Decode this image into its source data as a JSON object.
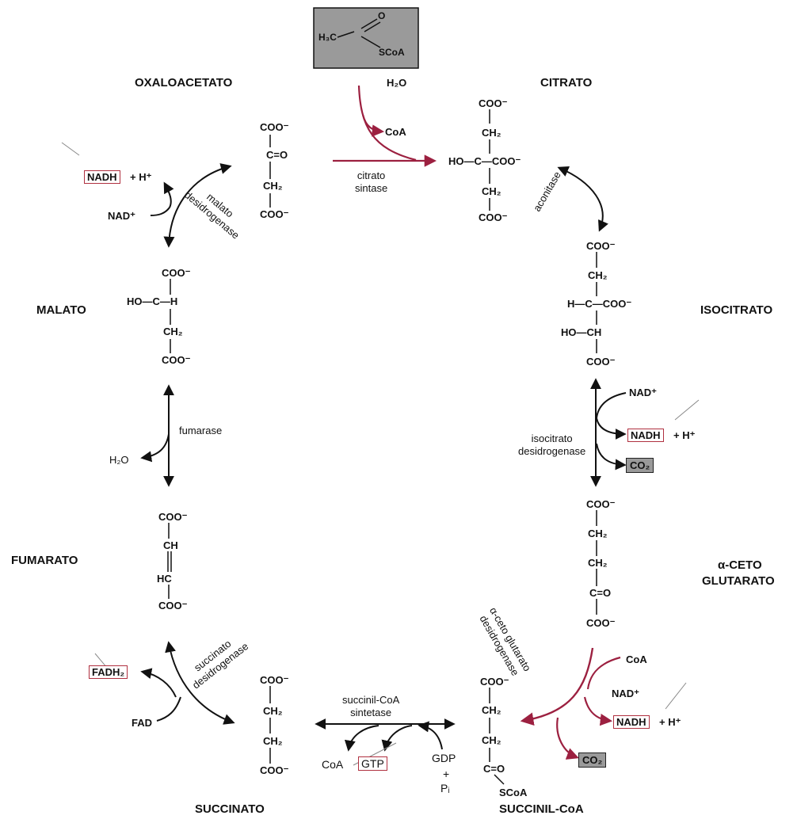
{
  "acetyl": {
    "ch3": "H₃C",
    "o": "O",
    "scoa": "SCoA"
  },
  "compounds": {
    "oxaloacetato": "OXALOACETATO",
    "citrato": "CITRATO",
    "isocitrato": "ISOCITRATO",
    "alfa_ceto_line1": "α-CETO",
    "alfa_ceto_line2": "GLUTARATO",
    "succinil_coa": "SUCCINIL-CoA",
    "succinato": "SUCCINATO",
    "fumarato": "FUMARATO",
    "malato": "MALATO"
  },
  "enzymes": {
    "citrato_sintase": "citrato\nsintase",
    "aconitase": "aconitase",
    "isocitrato_desidrogenase": "isocitrato\ndesidrogenase",
    "alfa_ceto_desidrogenase": "α-ceto glutarato\ndesidrogenase",
    "succinil_sintetase": "succinil-CoA\nsintetase",
    "succinato_desidrogenase": "succinato\ndesidrogenase",
    "fumarase": "fumarase",
    "malato_desidrogenase": "malato\ndesidrogenase"
  },
  "cofactors": {
    "h2o_top": "H₂O",
    "coa_top": "CoA",
    "nad_iso": "NAD⁺",
    "nadh_iso": "NADH",
    "h_iso": "+ H⁺",
    "co2_iso": "CO₂",
    "coa_akg": "CoA",
    "nad_akg": "NAD⁺",
    "nadh_akg": "NADH",
    "h_akg": "+ H⁺",
    "co2_akg": "CO₂",
    "coa_succ": "CoA",
    "gtp": "GTP",
    "gdp": "GDP",
    "plus": "+",
    "pi": "Pᵢ",
    "fadh2": "FADH₂",
    "fad": "FAD",
    "h2o_fum": "H₂O",
    "nadh_mal": "NADH",
    "h_mal": "+ H⁺",
    "nad_mal": "NAD⁺"
  },
  "structures": {
    "oxaloacetato": [
      "COO⁻",
      "C=O",
      "CH₂",
      "COO⁻"
    ],
    "citrato": [
      "COO⁻",
      "CH₂",
      "HO—C—COO⁻",
      "CH₂",
      "COO⁻"
    ],
    "isocitrato": [
      "COO⁻",
      "CH₂",
      "H—C—COO⁻",
      "HO—CH",
      "COO⁻"
    ],
    "alfa_ceto": [
      "COO⁻",
      "CH₂",
      "CH₂",
      "C=O",
      "COO⁻"
    ],
    "succinil": [
      "COO⁻",
      "CH₂",
      "CH₂",
      "C=O",
      "SCoA"
    ],
    "succinato": [
      "COO⁻",
      "CH₂",
      "CH₂",
      "COO⁻"
    ],
    "fumarato": [
      "COO⁻",
      "CH",
      "HC",
      "COO⁻"
    ],
    "malato": [
      "COO⁻",
      "HO—C—H",
      "CH₂",
      "COO⁻"
    ]
  },
  "colors": {
    "red_arrow": "#9c2040",
    "black": "#111111",
    "grey_box": "#9a9a9a",
    "box_border": "#b03040"
  }
}
